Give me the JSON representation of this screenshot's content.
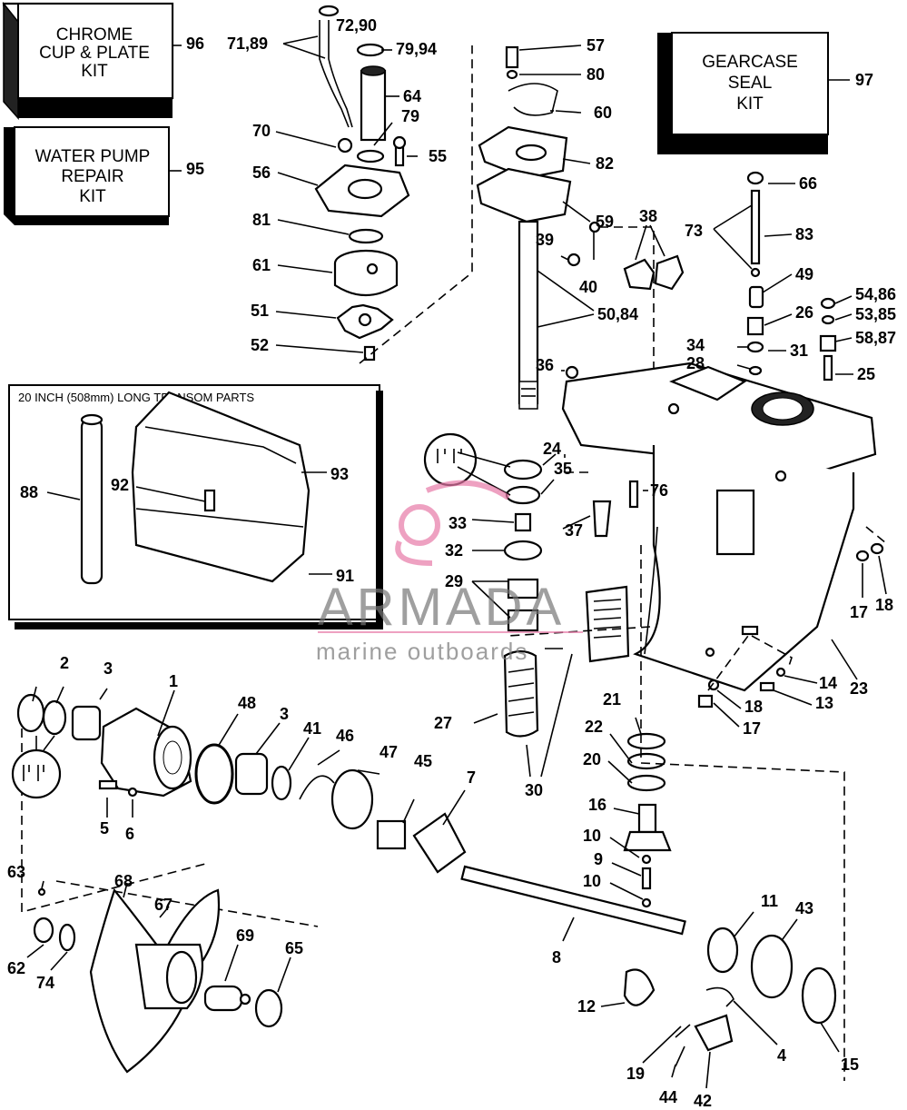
{
  "kits": {
    "chrome": {
      "label_lines": [
        "CHROME",
        "CUP & PLATE",
        "KIT"
      ],
      "number": "96"
    },
    "water_pump": {
      "label_lines": [
        "WATER PUMP",
        "REPAIR",
        "KIT"
      ],
      "number": "95"
    },
    "gearcase_seal": {
      "label_lines": [
        "GEARCASE",
        "SEAL",
        "KIT"
      ],
      "number": "97"
    }
  },
  "inset": {
    "title": "20 INCH (508mm) LONG TRANSOM PARTS",
    "callouts": [
      "88",
      "92",
      "93",
      "91"
    ]
  },
  "watermark": {
    "brand": "ARMADA",
    "tagline": "marine outboards",
    "accent_color": "#e87aa8"
  },
  "callouts": [
    "72,90",
    "71,89",
    "79,94",
    "64",
    "79",
    "70",
    "55",
    "56",
    "81",
    "61",
    "51",
    "52",
    "57",
    "80",
    "60",
    "82",
    "59",
    "39",
    "40",
    "38",
    "50,84",
    "36",
    "73",
    "66",
    "83",
    "49",
    "26",
    "54,86",
    "53,85",
    "34",
    "31",
    "58,87",
    "28",
    "25",
    "24",
    "35",
    "76",
    "33",
    "37",
    "32",
    "29",
    "17",
    "18",
    "2",
    "3",
    "1",
    "48",
    "3",
    "41",
    "46",
    "47",
    "45",
    "7",
    "27",
    "30",
    "21",
    "22",
    "20",
    "16",
    "10",
    "9",
    "10",
    "14",
    "13",
    "18",
    "17",
    "23",
    "5",
    "6",
    "63",
    "68",
    "67",
    "62",
    "74",
    "69",
    "65",
    "8",
    "11",
    "43",
    "12",
    "4",
    "15",
    "19",
    "44",
    "42"
  ]
}
